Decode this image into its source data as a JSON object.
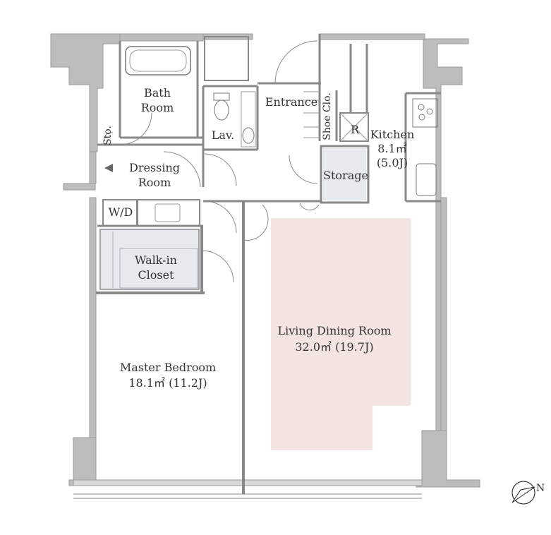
{
  "rooms": {
    "bath": {
      "line1": "Bath",
      "line2": "Room"
    },
    "storage_small": {
      "label": "Sto."
    },
    "lavatory": {
      "label": "Lav."
    },
    "entrance": {
      "label": "Entrance"
    },
    "shoe_closet": {
      "label": "Shoe Clo."
    },
    "refrigerator": {
      "label": "R"
    },
    "kitchen": {
      "line1": "Kitchen",
      "line2": "8.1㎡",
      "line3": "(5.0J)"
    },
    "dressing": {
      "line1": "Dressing",
      "line2": "Room"
    },
    "storage": {
      "label": "Storage"
    },
    "washer_dryer": {
      "label": "W/D"
    },
    "walk_in_closet": {
      "line1": "Walk-in",
      "line2": "Closet"
    },
    "living": {
      "line1": "Living Dining Room",
      "line2": "32.0㎡  (19.7J)"
    },
    "master": {
      "line1": "Master Bedroom",
      "line2": "18.1㎡  (11.2J)"
    }
  },
  "compass": {
    "label": "N",
    "icon": "north-arrow-icon"
  },
  "colors": {
    "wall": "#bdbdbd",
    "wall_stroke": "#9a9a9a",
    "closet_fill": "#e6e9ee",
    "living_highlight": "#f3e4e2",
    "line": "#666666"
  }
}
